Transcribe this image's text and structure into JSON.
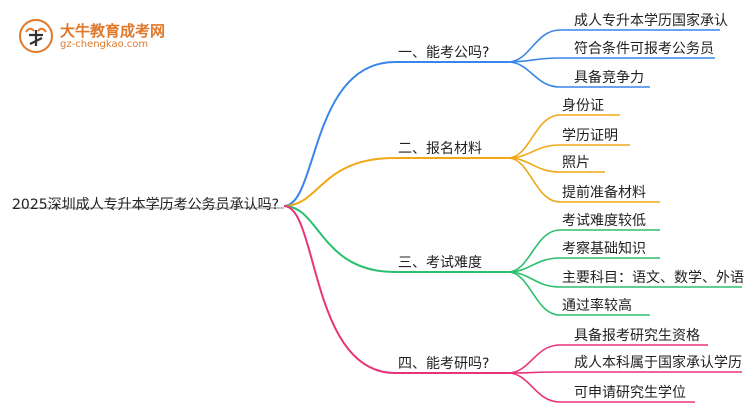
{
  "logo": {
    "title": "大牛教育成考网",
    "url": "gz-chengkao.com"
  },
  "root": "2025深圳成人专升本学历考公务员承认吗?",
  "branches": [
    {
      "label": "一、能考公吗?",
      "color": "#3a86e8",
      "leaves": [
        "成人专升本学历国家承认",
        "符合条件可报考公务员",
        "具备竞争力"
      ]
    },
    {
      "label": "二、报名材料",
      "color": "#f0a818",
      "leaves": [
        "身份证",
        "学历证明",
        "照片",
        "提前准备材料"
      ]
    },
    {
      "label": "三、考试难度",
      "color": "#2cbf6e",
      "leaves": [
        "考试难度较低",
        "考察基础知识",
        "主要科目：语文、数学、外语",
        "通过率较高"
      ]
    },
    {
      "label": "四、能考研吗?",
      "color": "#e8337a",
      "leaves": [
        "具备报考研究生资格",
        "成人本科属于国家承认学历",
        "可申请研究生学位"
      ]
    }
  ]
}
